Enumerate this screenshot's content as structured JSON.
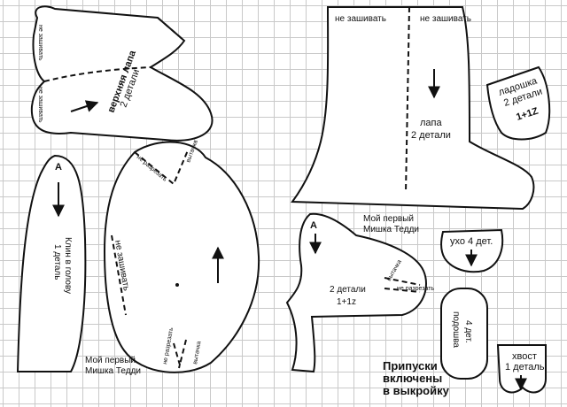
{
  "paw_top": {
    "title": "верхняя лапа",
    "count": "2 детали",
    "no_sew_1": "не зашивать",
    "no_sew_2": "не зашивать"
  },
  "head_gusset": {
    "label": "Клин в голову",
    "count": "1 деталь",
    "mark": "A"
  },
  "body": {
    "no_cut": "не разрезать",
    "dart": "вытачка",
    "no_sew": "не зашивать",
    "credit_line1": "Мой первый",
    "credit_line2": "Мишка Тедди",
    "bottom_no_cut": "не разрезать",
    "bottom_dart": "вытачка"
  },
  "leg": {
    "no_sew_left": "не зашивать",
    "no_sew_right": "не зашивать",
    "title": "лапа",
    "count": "2 детали"
  },
  "palm": {
    "title": "ладошка",
    "count": "2 детали",
    "qty": "1+1Z"
  },
  "ear": {
    "label": "ухо 4 дет."
  },
  "head_side": {
    "mark": "A",
    "count": "2 детали",
    "qty": "1+1z",
    "dart": "вытачка",
    "no_cut": "не разрезать",
    "credit_line1": "Мой первый",
    "credit_line2": "Мишка Тедди"
  },
  "foot_sole": {
    "label": "подошва",
    "count": "4 дет."
  },
  "tail": {
    "title": "хвост",
    "count": "1 деталь"
  },
  "allowance_note": {
    "line1": "Припуски",
    "line2": "включены",
    "line3": "в выкройку"
  }
}
